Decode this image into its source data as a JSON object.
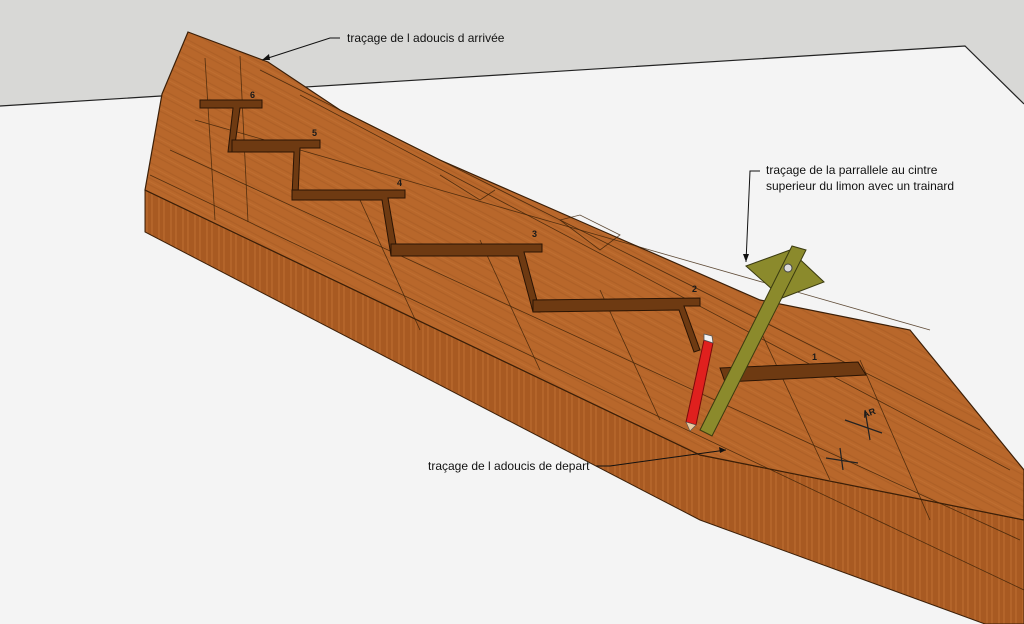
{
  "colors": {
    "floor": "#f4f4f4",
    "background_wall": "#d8d8d6",
    "wood_top": "#b8672b",
    "wood_side": "#a85a22",
    "wood_end": "#c47230",
    "notch": "#6e3a12",
    "trainard": "#8b8a2c",
    "pencil": "#e0201e"
  },
  "callouts": {
    "arrival": "traçage de l adoucis d arrivée",
    "parallel_line1": "traçage de la parrallele au cintre",
    "parallel_line2": "superieur du limon avec un trainard",
    "departure": "traçage de l adoucis de depart"
  },
  "steps": [
    "6",
    "5",
    "4",
    "3",
    "2",
    "1"
  ],
  "marks": {
    "ar": "AR"
  }
}
